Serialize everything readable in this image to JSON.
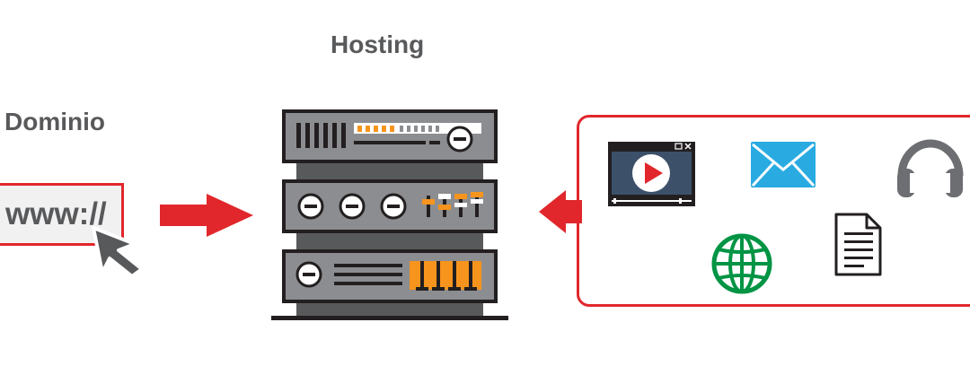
{
  "labels": {
    "hosting": "Hosting",
    "domain": "Dominio",
    "url": "www://"
  },
  "colors": {
    "accent_red": "#e1272b",
    "server_gray": "#8c8d90",
    "server_dark": "#231f20",
    "orange": "#f7941d",
    "email_blue": "#29abe2",
    "globe_green": "#009444",
    "text_gray": "#58595b"
  },
  "icons": {
    "video": "video-player-icon",
    "email": "envelope-icon",
    "audio": "headphones-icon",
    "web": "globe-icon",
    "file": "document-icon",
    "pointer": "mouse-cursor-icon",
    "server": "server-rack-icon"
  }
}
